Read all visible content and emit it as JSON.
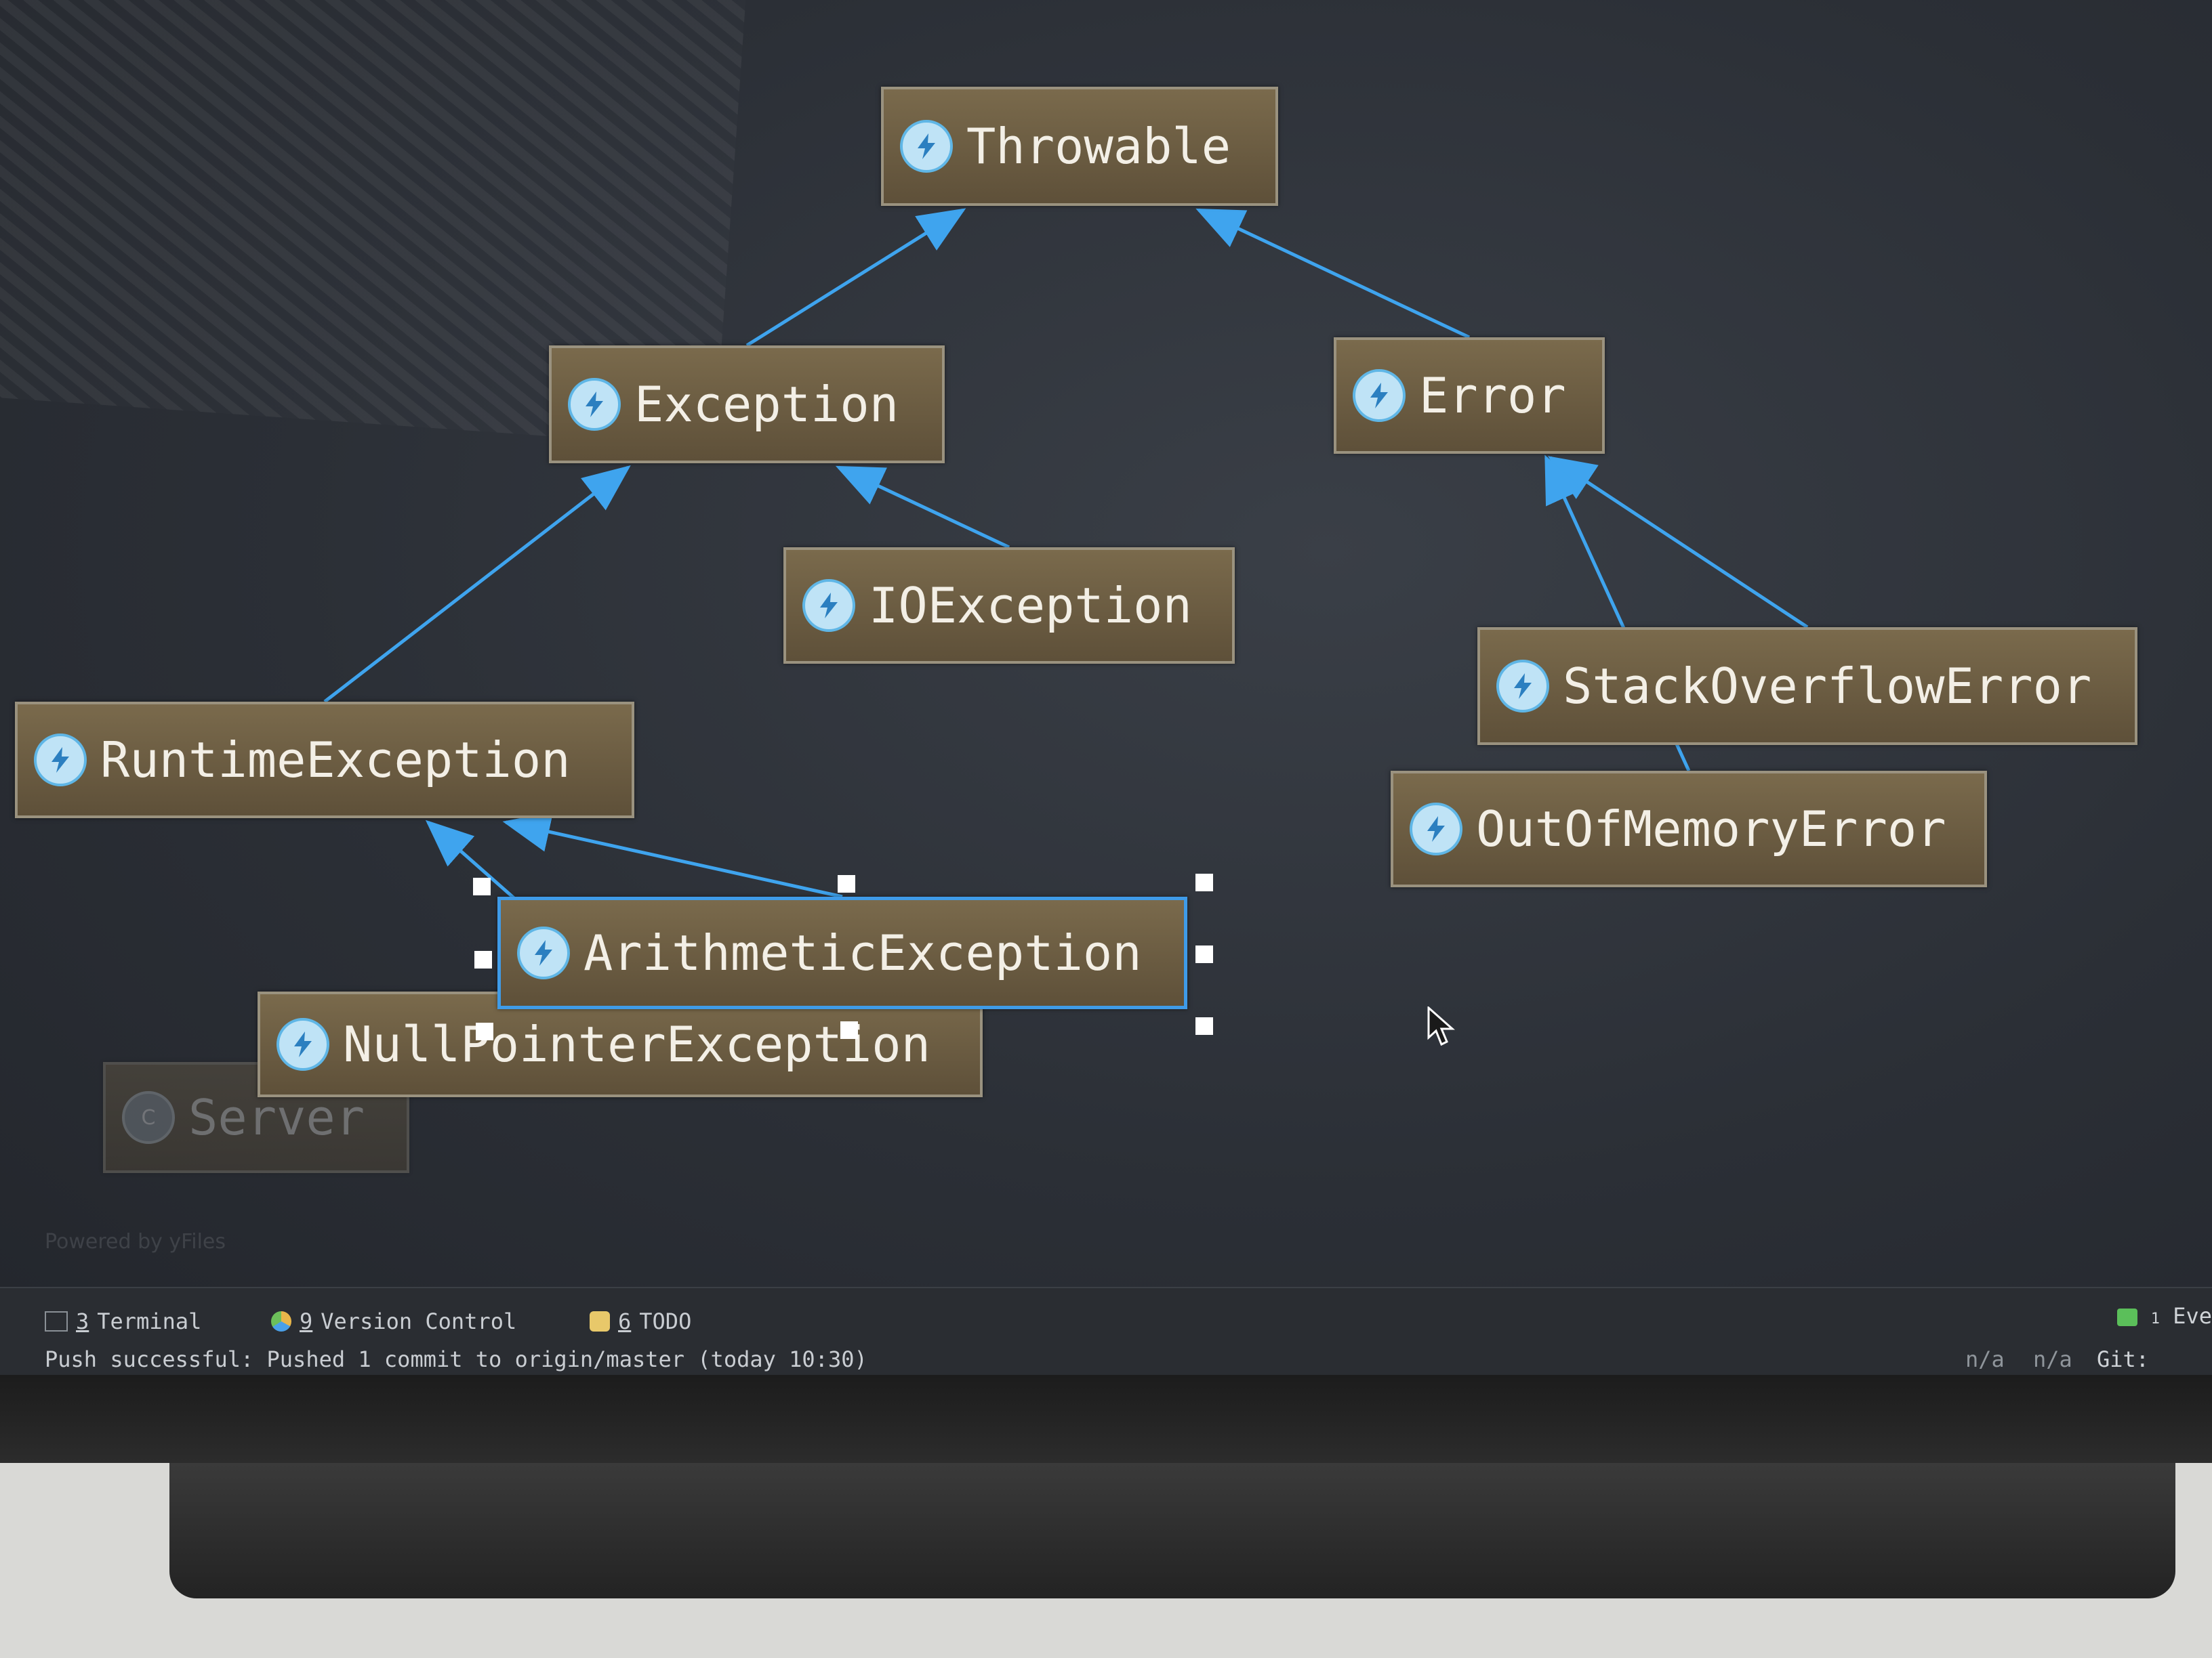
{
  "diagram": {
    "nodes": [
      {
        "id": "throwable",
        "label": "Throwable",
        "icon": "exception-icon"
      },
      {
        "id": "exception",
        "label": "Exception",
        "icon": "exception-icon"
      },
      {
        "id": "error",
        "label": "Error",
        "icon": "exception-icon"
      },
      {
        "id": "ioexception",
        "label": "IOException",
        "icon": "exception-icon"
      },
      {
        "id": "runtimeexception",
        "label": "RuntimeException",
        "icon": "exception-icon"
      },
      {
        "id": "stackoverflowerror",
        "label": "StackOverflowError",
        "icon": "exception-icon"
      },
      {
        "id": "outofmemoryerror",
        "label": "OutOfMemoryError",
        "icon": "exception-icon"
      },
      {
        "id": "arithmeticexception",
        "label": "ArithmeticException",
        "icon": "exception-icon",
        "selected": true
      },
      {
        "id": "nullpointerexception",
        "label": "NullPointerException",
        "icon": "exception-icon"
      },
      {
        "id": "server",
        "label": "Server",
        "icon": "class-icon",
        "faded": true
      }
    ],
    "edges": [
      {
        "from": "exception",
        "to": "throwable"
      },
      {
        "from": "error",
        "to": "throwable"
      },
      {
        "from": "runtimeexception",
        "to": "exception"
      },
      {
        "from": "ioexception",
        "to": "exception"
      },
      {
        "from": "stackoverflowerror",
        "to": "error"
      },
      {
        "from": "outofmemoryerror",
        "to": "error"
      },
      {
        "from": "arithmeticexception",
        "to": "runtimeexception"
      },
      {
        "from": "nullpointerexception",
        "to": "runtimeexception"
      }
    ],
    "edge_color": "#3fa4ee",
    "watermark": "Powered by yFiles"
  },
  "toolwindows": [
    {
      "number": "3",
      "label": "Terminal",
      "icon": "terminal-icon"
    },
    {
      "number": "9",
      "label": "Version Control",
      "icon": "version-control-icon"
    },
    {
      "number": "6",
      "label": "TODO",
      "icon": "todo-icon"
    }
  ],
  "status": {
    "message": "Push successful: Pushed 1 commit to origin/master (today 10:30)",
    "position1": "n/a",
    "position2": "n/a",
    "git_branch": "Git: mast",
    "events_label": "Eve",
    "events_count": "1"
  }
}
